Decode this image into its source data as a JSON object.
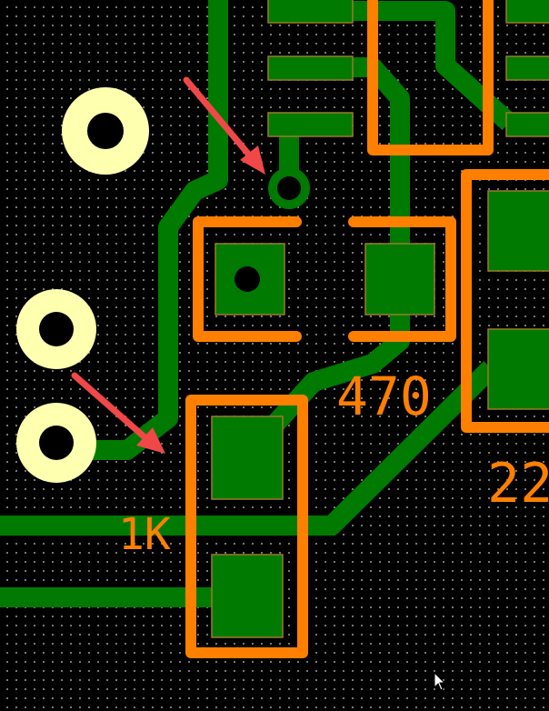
{
  "labels": {
    "r1": "470",
    "r2": "1K",
    "c1": "22"
  },
  "colors": {
    "copper": "#007a00",
    "silkscreen": "#ff8000",
    "pad_through": "#ffffb0",
    "arrow": "#f04848",
    "grid": "#9a9a9a"
  }
}
